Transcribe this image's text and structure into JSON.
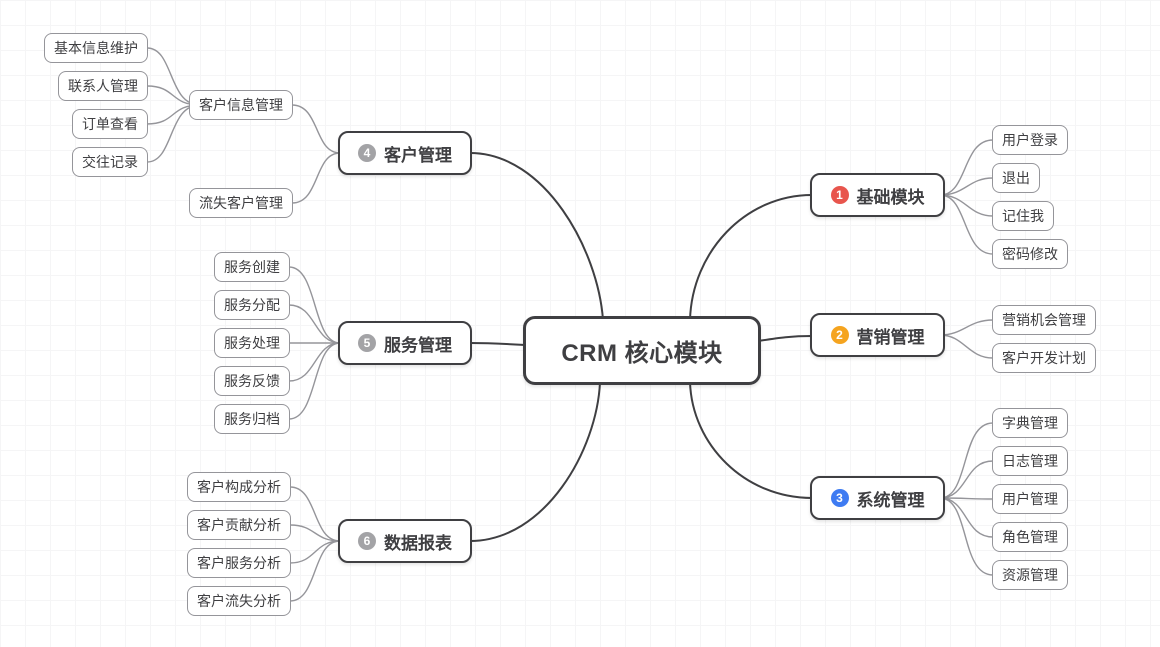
{
  "diagram": {
    "type": "mindmap",
    "root": {
      "label": "CRM 核心模块"
    },
    "colors": {
      "primary_border": "#3f3f42",
      "leaf_border": "#95959a",
      "badge_red": "#e8554d",
      "badge_amber": "#f5a41f",
      "badge_blue": "#3e7bf2",
      "badge_gray": "#a3a3a6",
      "canvas_grid": "#f5f5f6"
    }
  },
  "branches": [
    {
      "num": "1",
      "label": "基础模块",
      "badge_color": "#e8554d",
      "children": [
        {
          "label": "用户登录"
        },
        {
          "label": "退出"
        },
        {
          "label": "记住我"
        },
        {
          "label": "密码修改"
        }
      ]
    },
    {
      "num": "2",
      "label": "营销管理",
      "badge_color": "#f5a41f",
      "children": [
        {
          "label": "营销机会管理"
        },
        {
          "label": "客户开发计划"
        }
      ]
    },
    {
      "num": "3",
      "label": "系统管理",
      "badge_color": "#3e7bf2",
      "children": [
        {
          "label": "字典管理"
        },
        {
          "label": "日志管理"
        },
        {
          "label": "用户管理"
        },
        {
          "label": "角色管理"
        },
        {
          "label": "资源管理"
        }
      ]
    },
    {
      "num": "4",
      "label": "客户管理",
      "badge_color": "#a3a3a6",
      "children": [
        {
          "label": "客户信息管理",
          "children": [
            {
              "label": "基本信息维护"
            },
            {
              "label": "联系人管理"
            },
            {
              "label": "订单查看"
            },
            {
              "label": "交往记录"
            }
          ]
        },
        {
          "label": "流失客户管理"
        }
      ]
    },
    {
      "num": "5",
      "label": "服务管理",
      "badge_color": "#a3a3a6",
      "children": [
        {
          "label": "服务创建"
        },
        {
          "label": "服务分配"
        },
        {
          "label": "服务处理"
        },
        {
          "label": "服务反馈"
        },
        {
          "label": "服务归档"
        }
      ]
    },
    {
      "num": "6",
      "label": "数据报表",
      "badge_color": "#a3a3a6",
      "children": [
        {
          "label": "客户构成分析"
        },
        {
          "label": "客户贡献分析"
        },
        {
          "label": "客户服务分析"
        },
        {
          "label": "客户流失分析"
        }
      ]
    }
  ]
}
